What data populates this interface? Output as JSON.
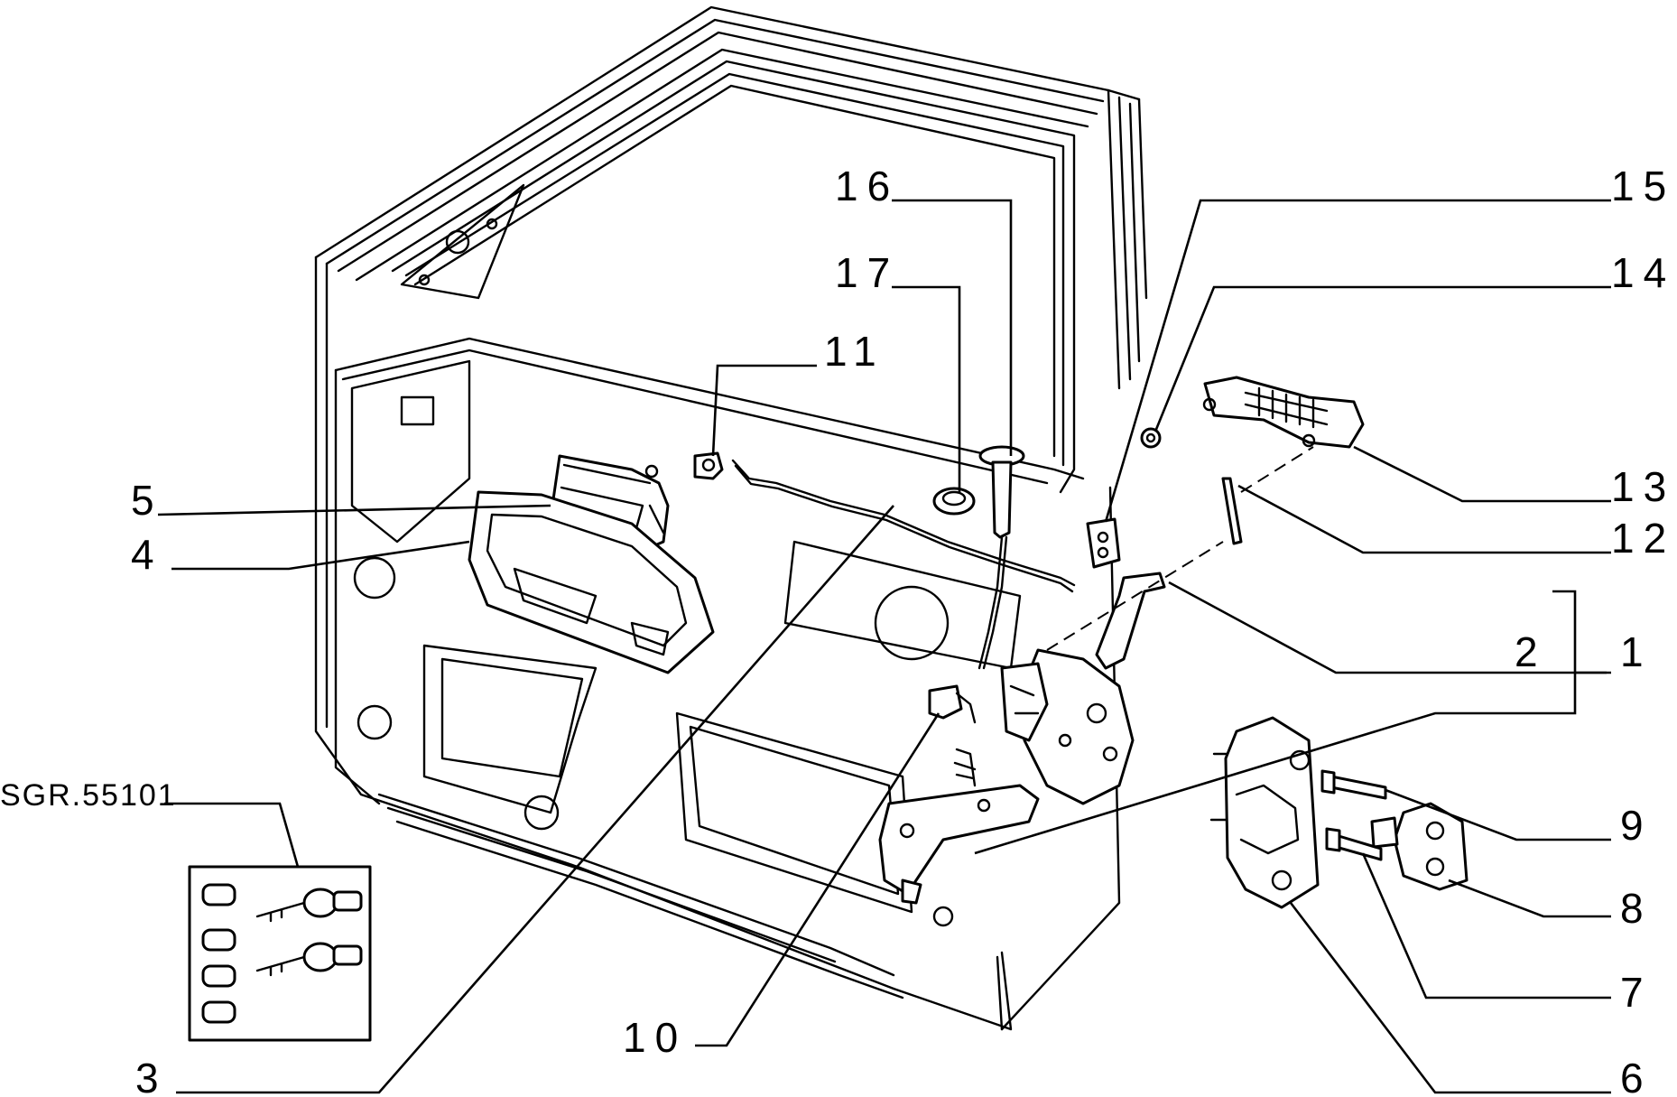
{
  "diagram": {
    "reference_code": "SGR.55101",
    "callouts": [
      {
        "id": "1",
        "label": "1"
      },
      {
        "id": "2",
        "label": "2"
      },
      {
        "id": "3",
        "label": "3"
      },
      {
        "id": "4",
        "label": "4"
      },
      {
        "id": "5",
        "label": "5"
      },
      {
        "id": "6",
        "label": "6"
      },
      {
        "id": "7",
        "label": "7"
      },
      {
        "id": "8",
        "label": "8"
      },
      {
        "id": "9",
        "label": "9"
      },
      {
        "id": "10",
        "label": "10"
      },
      {
        "id": "11",
        "label": "11"
      },
      {
        "id": "12",
        "label": "12"
      },
      {
        "id": "13",
        "label": "13"
      },
      {
        "id": "14",
        "label": "14"
      },
      {
        "id": "15",
        "label": "15"
      },
      {
        "id": "16",
        "label": "16"
      },
      {
        "id": "17",
        "label": "17"
      }
    ]
  }
}
